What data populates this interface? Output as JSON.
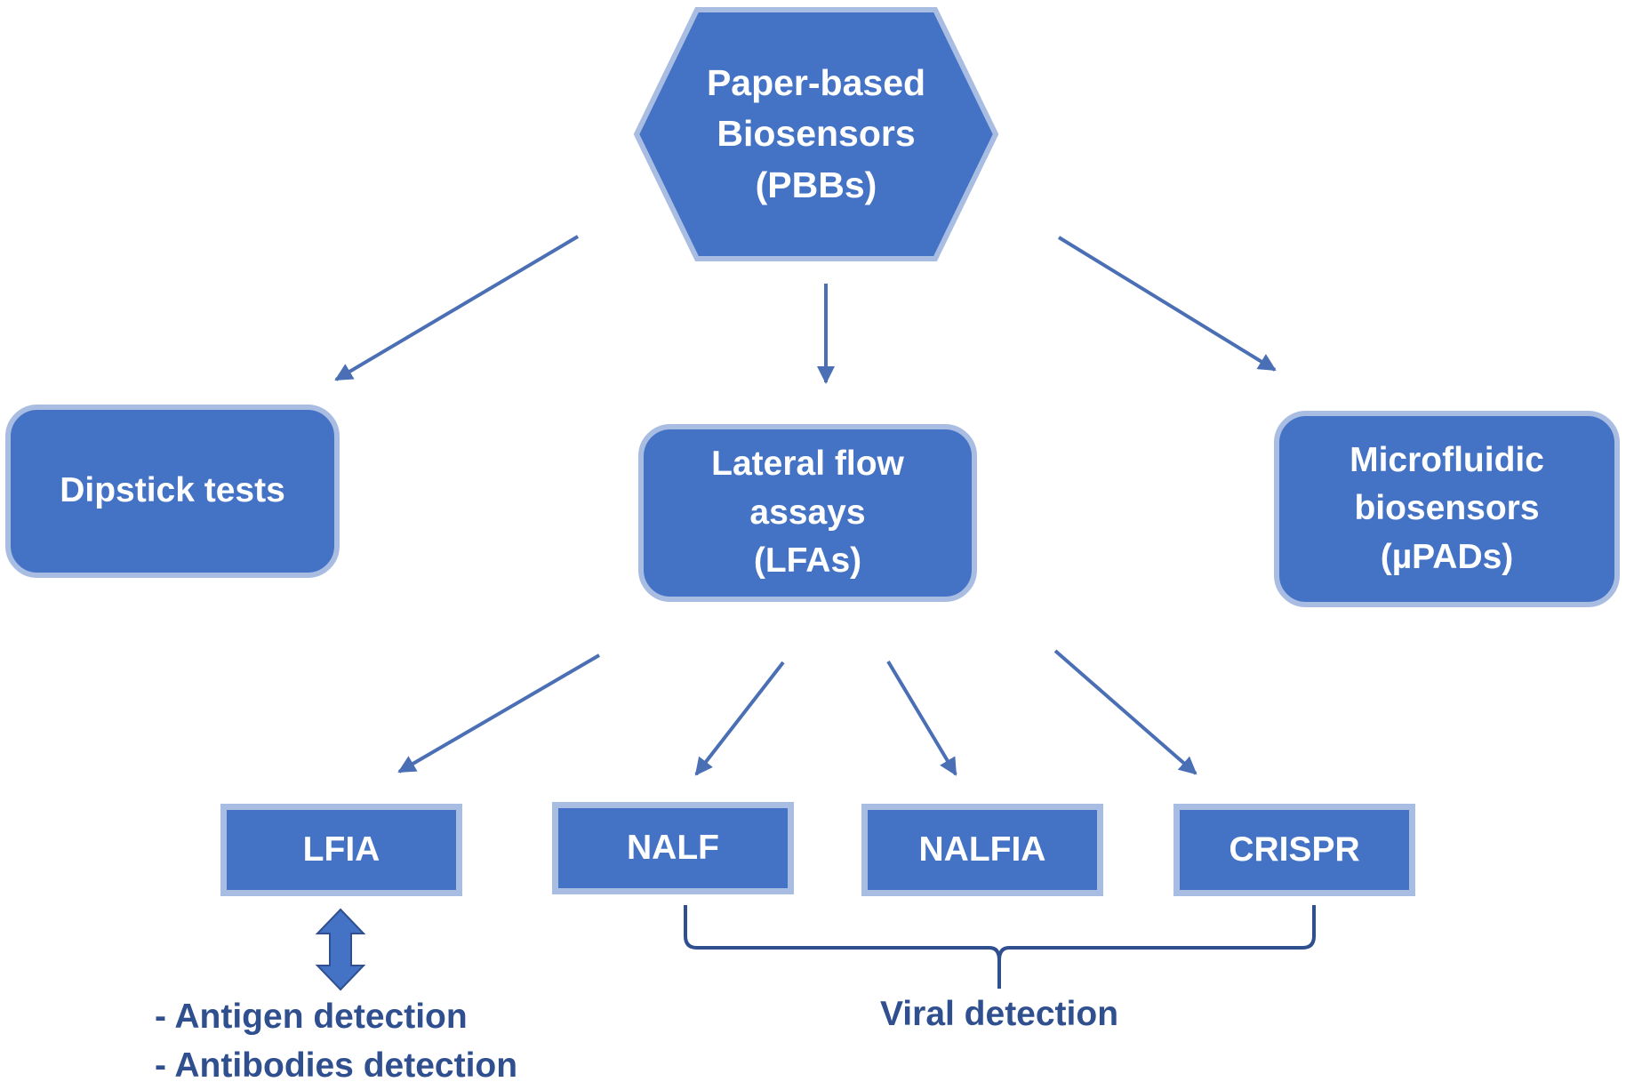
{
  "root": {
    "lines": [
      "Paper-based",
      "Biosensors",
      "(PBBs)"
    ]
  },
  "level1": {
    "dipstick": {
      "lines": [
        "Dipstick tests"
      ]
    },
    "lfa": {
      "lines": [
        "Lateral flow",
        "assays",
        "(LFAs)"
      ]
    },
    "micro": {
      "lines": [
        "Microfluidic",
        "biosensors",
        "(µPADs)"
      ]
    }
  },
  "level2": {
    "lfia": "LFIA",
    "nalf": "NALF",
    "nalfia": "NALFIA",
    "crispr": "CRISPR"
  },
  "lfia_uses": [
    "- Antigen detection",
    "- Antibodies detection"
  ],
  "viral_label": "Viral detection",
  "colors": {
    "box_fill": "#4472C4",
    "box_border": "#A9BDE3",
    "arrow": "#4A6FB5",
    "label_text": "#2F4F8F"
  }
}
